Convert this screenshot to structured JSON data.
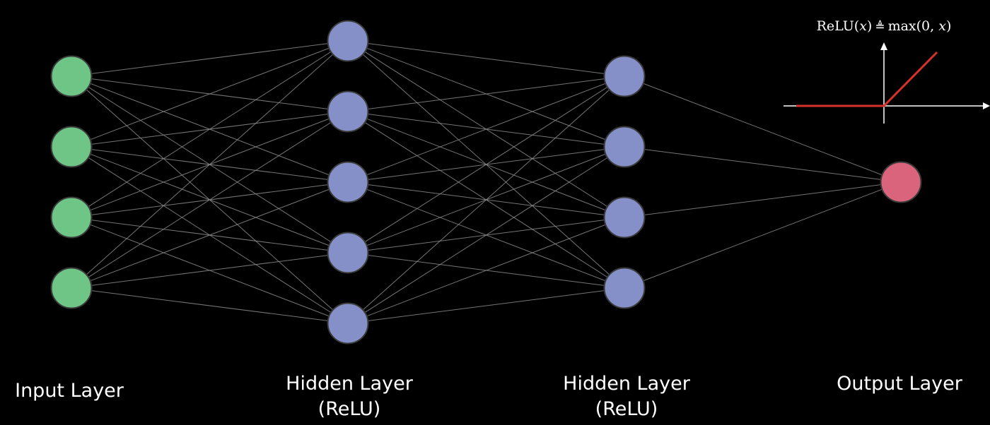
{
  "layers": [
    {
      "label_line1": "Input Layer",
      "label_line2": "",
      "neurons": 4,
      "color": "#6fc586"
    },
    {
      "label_line1": "Hidden Layer",
      "label_line2": "(ReLU)",
      "neurons": 5,
      "color": "#8690c8"
    },
    {
      "label_line1": "Hidden Layer",
      "label_line2": "(ReLU)",
      "neurons": 4,
      "color": "#8690c8"
    },
    {
      "label_line1": "Output Layer",
      "label_line2": "",
      "neurons": 1,
      "color": "#d9647c"
    }
  ],
  "edge_color": "#8a8a8a",
  "relu_formula": {
    "name": "ReLU",
    "arg": "x",
    "definition_symbol": "≜",
    "body_prefix": "max(0, ",
    "body_var": "x",
    "body_suffix": ")"
  },
  "relu_plot_color": "#d8302a",
  "axis_color": "#ffffff",
  "background": "#000000"
}
